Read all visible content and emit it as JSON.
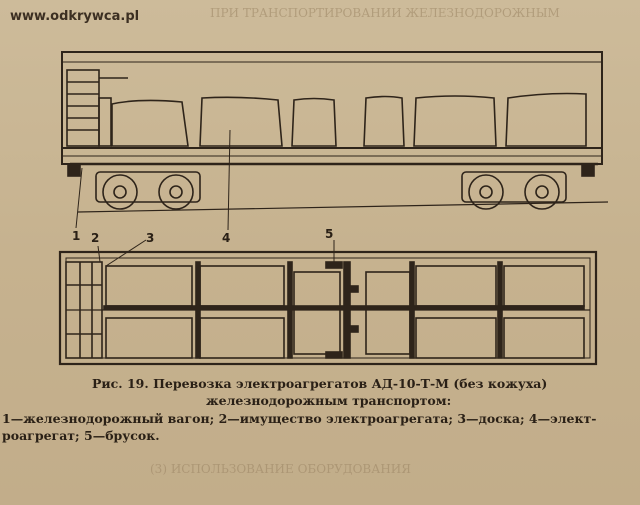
{
  "watermark": "www.odkrywca.pl",
  "bleed_through": [
    "ПРИ ТРАНСПОРТИРОВАНИИ ЖЕЛЕЗНОДОРОЖНЫМ",
    "(3) ИСПОЛЬЗОВАНИЕ ОБОРУДОВАНИЯ"
  ],
  "callouts": {
    "c1": "1",
    "c2": "2",
    "c3": "3",
    "c4": "4",
    "c5": "5"
  },
  "caption": {
    "line1": "Рис. 19. Перевозка электроагрегатов АД-10-Т-М (без кожуха)",
    "line2": "железнодорожным транспортом:",
    "line3": "1—железнодорожный вагон; 2—имущество электроагрегата; 3—доска; 4—элект-",
    "line4": "роагрегат; 5—брусок."
  }
}
